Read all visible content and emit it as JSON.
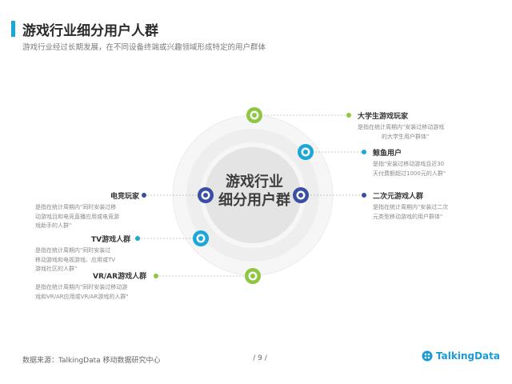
{
  "header": {
    "title": "游戏行业细分用户人群",
    "subtitle": "游戏行业经过长期发展，在不同设备终端或兴趣领域形成特定的用户群体"
  },
  "center": {
    "line1": "游戏行业",
    "line2": "细分用户群"
  },
  "segments": [
    {
      "title": "大学生游戏玩家",
      "desc": [
        "是指在统计周期内\"安装过移动游戏",
        "的大学生用户群体\""
      ]
    },
    {
      "title": "鲸鱼用户",
      "desc": [
        "是指\"安装过移动游戏且近30",
        "天付费额超过1000元的人群\""
      ]
    },
    {
      "title": "二次元游戏人群",
      "desc": [
        "是指在统计周期内\"安装过二次",
        "元类型移动游戏的用户群体\""
      ]
    },
    {
      "title": "电竞玩家",
      "desc": [
        "是指在统计周期内\"同时安装过移",
        "动游戏且和电竞直播应用或电竞游",
        "戏助手的人群\""
      ]
    },
    {
      "title": "TV游戏人群",
      "desc": [
        "是指在统计周期内\"同时安装过",
        "移动游戏和电视游戏、应用或TV",
        "游戏社区的人群\""
      ]
    },
    {
      "title": "VR/AR游戏人群",
      "desc": [
        "是指在统计周期内\"同时安装过移动游",
        "戏和VR/AR应用或VR/AR游戏的人群\""
      ]
    }
  ],
  "footer": {
    "source": "数据来源：TalkingData 移动数据研究中心",
    "page": "/ 9 /",
    "logo": "TalkingData"
  },
  "colors": {
    "accent": "#16a9d8",
    "green": "#8dc63f",
    "cyan": "#1ba7d9",
    "navy": "#3a4fa3"
  }
}
